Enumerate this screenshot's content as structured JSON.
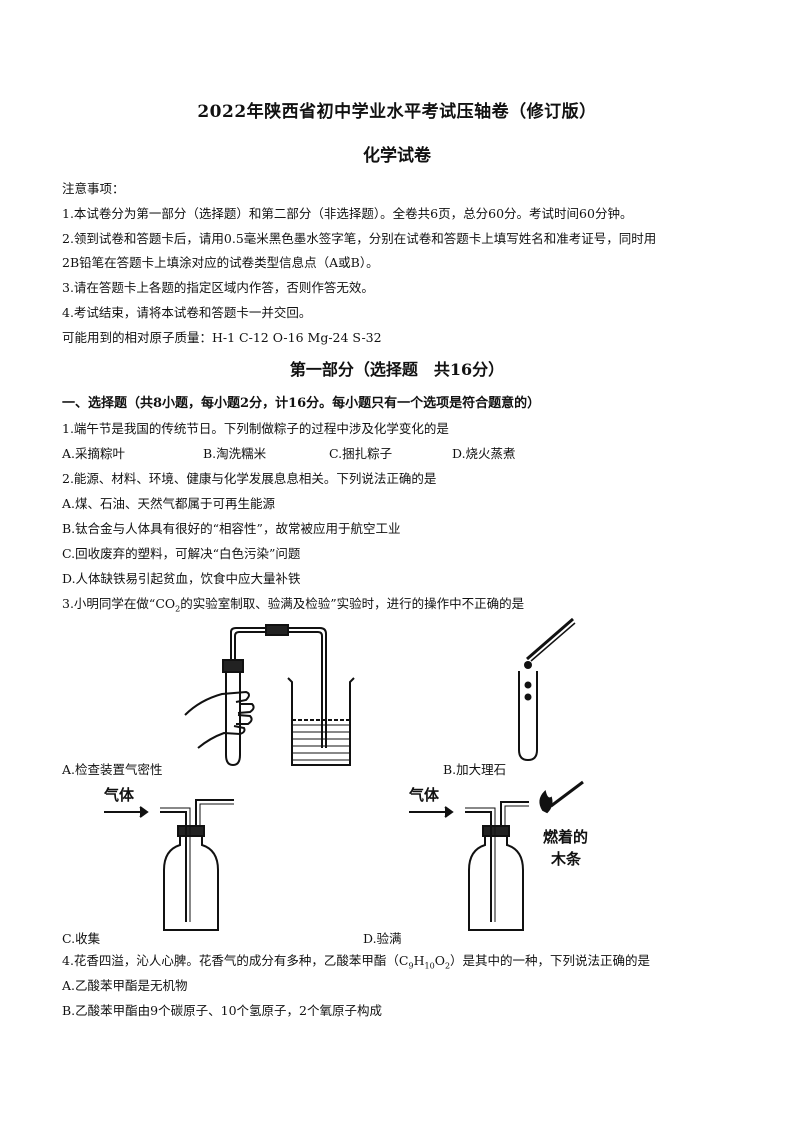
{
  "header": {
    "title": "2022年陕西省初中学业水平考试压轴卷（修订版）",
    "subtitle": "化学试卷"
  },
  "notes": {
    "heading": "注意事项：",
    "n1": "1.本试卷分为第一部分（选择题）和第二部分（非选择题）。全卷共6页，总分60分。考试时间60分钟。",
    "n2a": "2.领到试卷和答题卡后，请用0.5毫米黑色墨水签字笔，分别在试卷和答题卡上填写姓名和准考证号，同时用",
    "n2b": "2B铅笔在答题卡上填涂对应的试卷类型信息点（A或B）。",
    "n3": "3.请在答题卡上各题的指定区域内作答，否则作答无效。",
    "n4": "4.考试结束，请将本试卷和答题卡一并交回。",
    "masses": "可能用到的相对原子质量：H-1   C-12   O-16   Mg-24   S-32"
  },
  "part1": {
    "title": "第一部分（选择题　共16分）",
    "heading": "一、选择题（共8小题，每小题2分，计16分。每小题只有一个选项是符合题意的）"
  },
  "q1": {
    "stem": "1.端午节是我国的传统节日。下列制做粽子的过程中涉及化学变化的是",
    "a": "A.采摘粽叶",
    "b": "B.淘洗糯米",
    "c": "C.捆扎粽子",
    "d": "D.烧火蒸煮"
  },
  "q2": {
    "stem": "2.能源、材料、环境、健康与化学发展息息相关。下列说法正确的是",
    "a": "A.煤、石油、天然气都属于可再生能源",
    "b": "B.钛合金与人体具有很好的“相容性”，故常被应用于航空工业",
    "c": "C.回收废弃的塑料，可解决“白色污染”问题",
    "d": "D.人体缺铁易引起贫血，饮食中应大量补铁"
  },
  "q3": {
    "stem_pre": "3.小明同学在做“CO",
    "stem_sub": "2",
    "stem_post": "的实验室制取、验满及检验”实验时，进行的操作中不正确的是",
    "a": "A.检查装置气密性",
    "b": "B.加大理石",
    "c": "C.收集",
    "d": "D.验满",
    "gas_label_c": "气体",
    "gas_label_d": "气体",
    "burning_label_1": "燃着的",
    "burning_label_2": "木条"
  },
  "q4": {
    "stem_pre": "4.花香四溢，沁人心脾。花香气的成分有多种，乙酸苯甲酯（C",
    "s1": "9",
    "mid1": "H",
    "s2": "10",
    "mid2": "O",
    "s3": "2",
    "stem_post": "）是其中的一种，下列说法正确的是",
    "a": "A.乙酸苯甲酯是无机物",
    "b": "B.乙酸苯甲酯由9个碳原子、10个氢原子，2个氧原子构成"
  }
}
